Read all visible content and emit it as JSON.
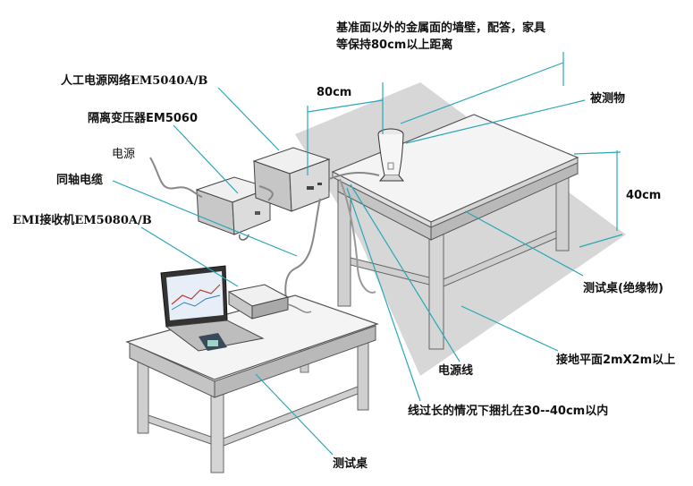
{
  "labels": {
    "wall_note": "基准面以外的金属面的墙壁，配答，家具等保持80cm以上距离",
    "dim_80": "80cm",
    "lisn": "人工电源网络EM5040A/B",
    "transformer": "隔离变压器EM5060",
    "power_source": "电源",
    "coax": "同轴电缆",
    "receiver": "EMI接收机EM5080A/B",
    "eut": "被测物",
    "dim_40": "40cm",
    "test_table_insulator": "测试桌(绝缘物)",
    "ground_plane": "接地平面2mX2m以上",
    "power_cord": "电源线",
    "bundle_note": "线过长的情况下捆扎在30--40cm以内",
    "test_table": "测试桌"
  },
  "colors": {
    "leader": "#2aa7b8",
    "ground_shadow": "#d7d7d7",
    "table_top": "#f4f4f4",
    "table_side": "#c9c9c9",
    "box_front": "#dcdcdc",
    "box_top": "#f2f2f2"
  }
}
